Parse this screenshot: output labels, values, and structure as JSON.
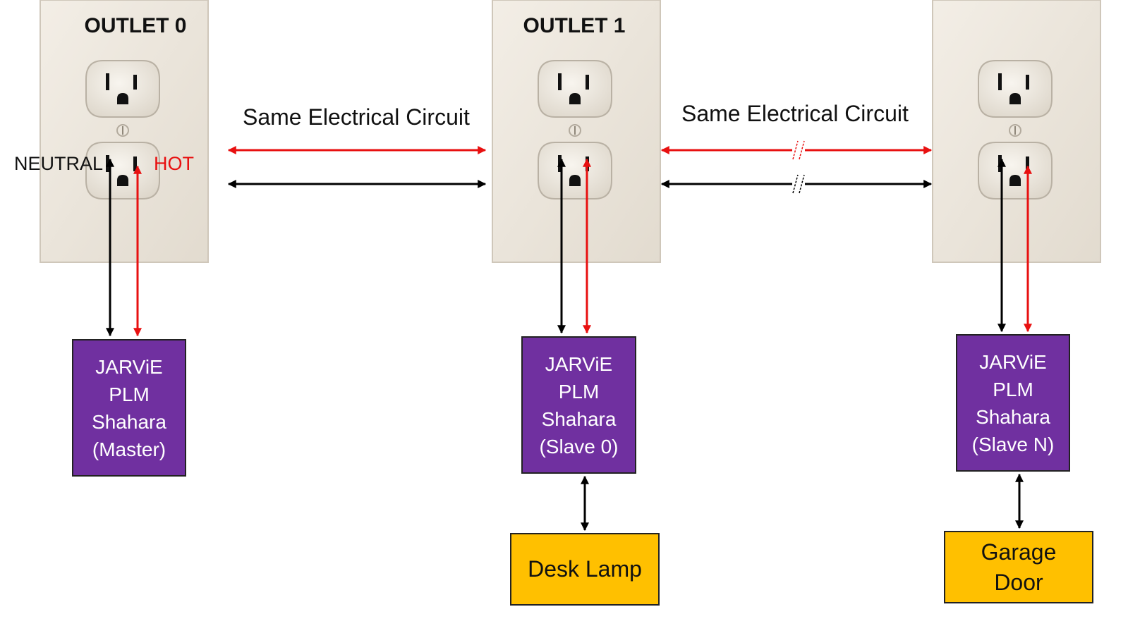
{
  "outlets": [
    {
      "title": "OUTLET 0"
    },
    {
      "title": "OUTLET 1"
    },
    {
      "title": ""
    }
  ],
  "circuit_labels": [
    "Same Electrical Circuit",
    "Same Electrical Circuit"
  ],
  "wire_labels": {
    "neutral": "NEUTRAL",
    "hot": "HOT"
  },
  "plm_boxes": [
    {
      "lines": [
        "JARViE",
        "PLM",
        "Shahara",
        "(Master)"
      ]
    },
    {
      "lines": [
        "JARViE",
        "PLM",
        "Shahara",
        "(Slave 0)"
      ]
    },
    {
      "lines": [
        "JARViE",
        "PLM",
        "Shahara",
        "(Slave N)"
      ]
    }
  ],
  "devices": [
    {
      "lines": [
        "Desk Lamp"
      ]
    },
    {
      "lines": [
        "Garage",
        "Door"
      ]
    }
  ],
  "colors": {
    "hot_wire": "#e81010",
    "neutral_wire": "#000000",
    "plm_fill": "#7030a0",
    "device_fill": "#ffc000",
    "outlet_plate": "#ece6dc"
  }
}
